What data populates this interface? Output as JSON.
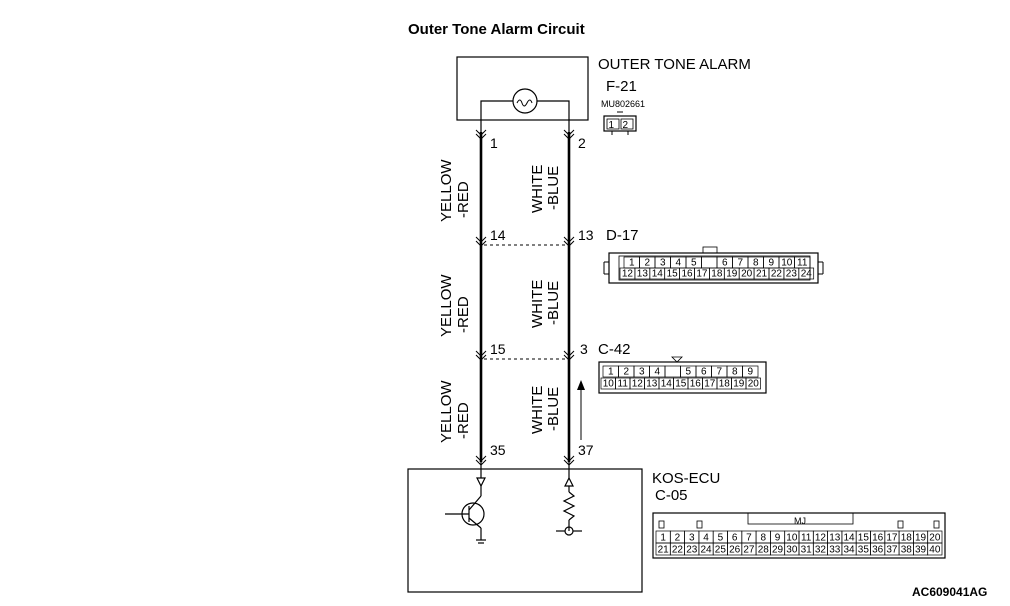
{
  "title": "Outer Tone Alarm Circuit",
  "outer_tone_alarm": {
    "name": "OUTER TONE ALARM",
    "connector": "F-21",
    "part_no": "MU802661",
    "cells": [
      "1",
      "2"
    ],
    "pins": {
      "left": "1",
      "right": "2"
    }
  },
  "wires": [
    {
      "left": "YELLOW",
      "left2": "-RED",
      "right": "WHITE",
      "right2": "-BLUE"
    },
    {
      "left": "YELLOW",
      "left2": "-RED",
      "right": "WHITE",
      "right2": "-BLUE"
    },
    {
      "left": "YELLOW",
      "left2": "-RED",
      "right": "WHITE",
      "right2": "-BLUE"
    }
  ],
  "junctions": [
    {
      "connector": "D-17",
      "left_pin": "14",
      "right_pin": "13",
      "row1": [
        "1",
        "2",
        "3",
        "4",
        "5",
        "",
        "6",
        "7",
        "8",
        "9",
        "10",
        "11"
      ],
      "row2": [
        "12",
        "13",
        "14",
        "15",
        "16",
        "17",
        "18",
        "19",
        "20",
        "21",
        "22",
        "23",
        "24"
      ]
    },
    {
      "connector": "C-42",
      "left_pin": "15",
      "right_pin": "3",
      "row1": [
        "1",
        "2",
        "3",
        "4",
        "",
        "5",
        "6",
        "7",
        "8",
        "9"
      ],
      "row2": [
        "10",
        "11",
        "12",
        "13",
        "14",
        "15",
        "16",
        "17",
        "18",
        "19",
        "20"
      ]
    }
  ],
  "ecu": {
    "name": "KOS-ECU",
    "connector": "C-05",
    "tag": "MJ",
    "left_pin": "35",
    "right_pin": "37",
    "row1": [
      "1",
      "2",
      "3",
      "4",
      "5",
      "6",
      "7",
      "8",
      "9",
      "10",
      "11",
      "12",
      "13",
      "14",
      "15",
      "16",
      "17",
      "18",
      "19",
      "20"
    ],
    "row2": [
      "21",
      "22",
      "23",
      "24",
      "25",
      "26",
      "27",
      "28",
      "29",
      "30",
      "31",
      "32",
      "33",
      "34",
      "35",
      "36",
      "37",
      "38",
      "39",
      "40"
    ]
  },
  "figure_ref": "AC609041AG"
}
